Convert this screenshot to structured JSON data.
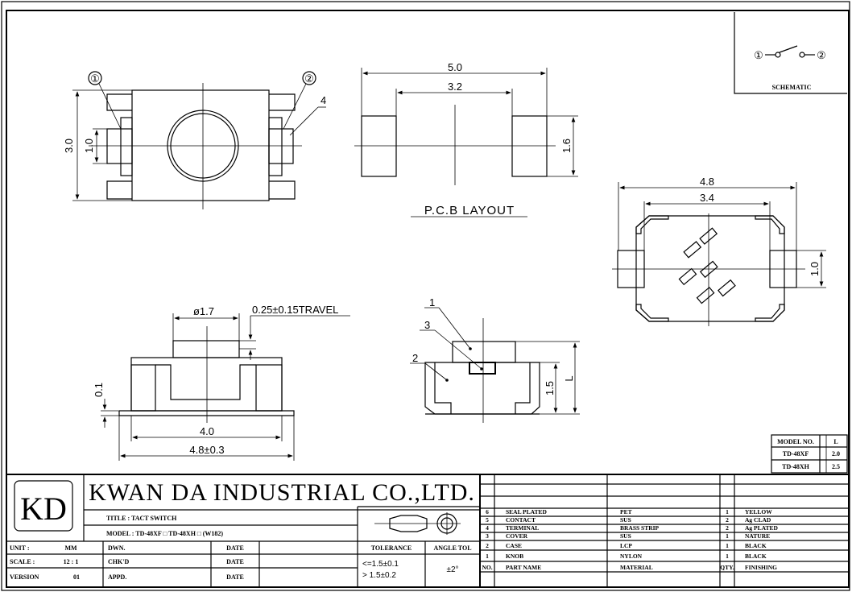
{
  "drawing": {
    "dims_top": {
      "h_overall": "3.0",
      "h_inner": "1.0",
      "pin1": "①",
      "pin2": "②",
      "label4": "4"
    },
    "pcb": {
      "w_overall": "5.0",
      "w_inner": "3.2",
      "h": "1.6",
      "title": "P.C.B LAYOUT"
    },
    "bottom_view": {
      "w_overall": "4.8",
      "w_inner": "3.4",
      "h": "1.0"
    },
    "side_view": {
      "dia": "ø1.7",
      "travel": "0.25±0.15TRAVEL",
      "t": "0.1",
      "w_inner": "4.0",
      "w_overall": "4.8±0.3"
    },
    "section": {
      "l1": "1",
      "l2": "2",
      "l3": "3",
      "h": "1.5",
      "L": "L"
    },
    "schematic": {
      "pin1": "①",
      "pin2": "②",
      "label": "SCHEMATIC"
    },
    "model_table": {
      "headers": [
        "MODEL NO.",
        "L"
      ],
      "rows": [
        [
          "TD-48XF",
          "2.0"
        ],
        [
          "TD-48XH",
          "2.5"
        ]
      ]
    }
  },
  "title_block": {
    "logo": "KD",
    "company": "KWAN DA INDUSTRIAL CO.,LTD.",
    "title_line": "TITLE : TACT SWITCH",
    "model_line": "MODEL : TD-48XF □ TD-48XH □  (W182)",
    "rows": [
      {
        "k": "UNIT  :",
        "v": "MM",
        "role": "DWN.",
        "date": "DATE"
      },
      {
        "k": "SCALE  :",
        "v": "12 : 1",
        "role": "CHK'D",
        "date": "DATE"
      },
      {
        "k": "VERSION",
        "v": "01",
        "role": "APPD.",
        "date": "DATE"
      }
    ],
    "tolerance_label": "TOLERANCE",
    "angle_label": "ANGLE TOL",
    "tol1": "<=1.5±0.1",
    "tol2": "> 1.5±0.2",
    "angle_val": "±2°"
  },
  "bom": {
    "header": [
      "NO.",
      "PART NAME",
      "MATERIAL",
      "QTY.",
      "FINISHING"
    ],
    "rows": [
      [
        "6",
        "SEAL PLATED",
        "PET",
        "1",
        "YELLOW"
      ],
      [
        "5",
        "CONTACT",
        "SUS",
        "2",
        "Ag CLAD"
      ],
      [
        "4",
        "TERMINAL",
        "BRASS STRIP",
        "2",
        "Ag PLATED"
      ],
      [
        "3",
        "COVER",
        "SUS",
        "1",
        "NATURE"
      ],
      [
        "2",
        "CASE",
        "LCP",
        "1",
        "BLACK"
      ],
      [
        "1",
        "KNOB",
        "NYLON",
        "1",
        "BLACK"
      ]
    ]
  }
}
